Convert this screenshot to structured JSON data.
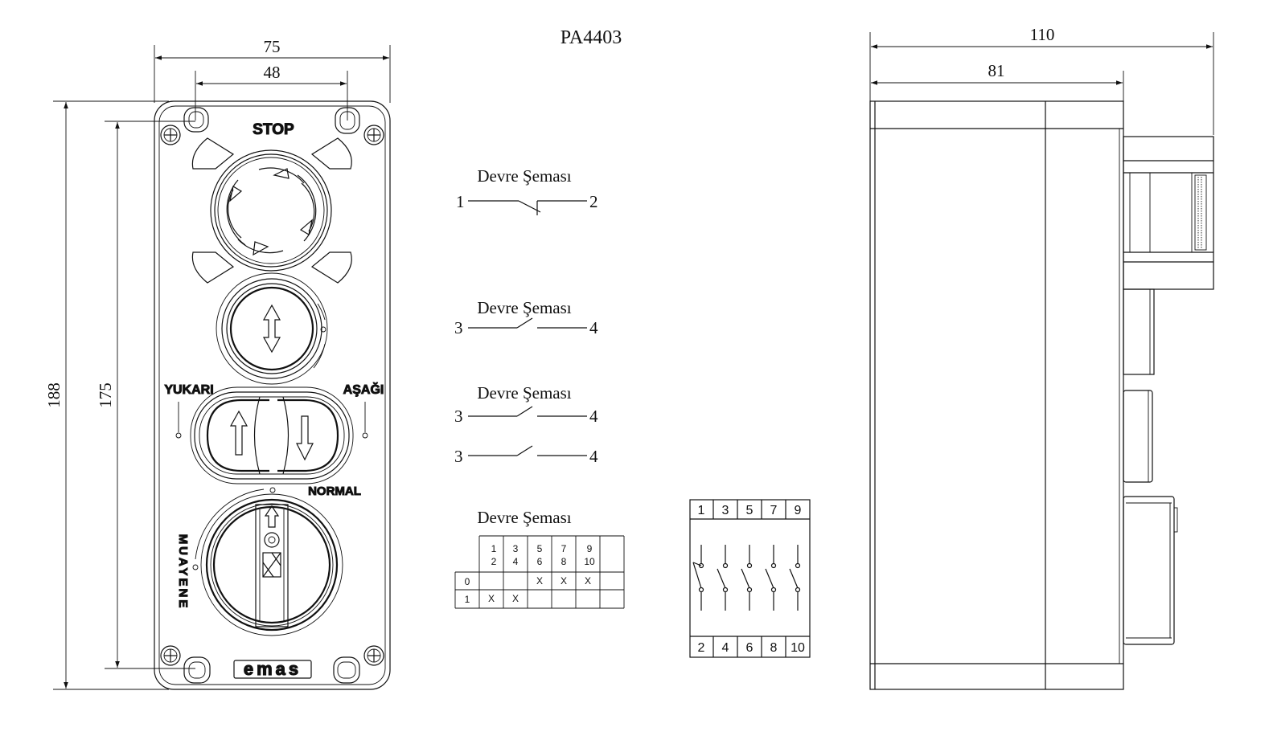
{
  "title": "PA4403",
  "front_view": {
    "dims": {
      "width_outer": "75",
      "width_holes": "48",
      "height_outer": "188",
      "height_holes": "175"
    },
    "labels": {
      "stop": "STOP",
      "up": "YUKARI",
      "down": "AŞAĞI",
      "normal": "NORMAL",
      "inspection": "MUAYENE",
      "brand": "emas"
    },
    "icons": [
      "emergency-stop-icon",
      "up-down-arrow-icon",
      "up-arrow-icon",
      "down-arrow-icon",
      "rotary-selector-icon",
      "screw-icon"
    ]
  },
  "circuits": [
    {
      "title": "Devre Şeması",
      "contacts": [
        {
          "left": "1",
          "right": "2",
          "type": "NC"
        }
      ]
    },
    {
      "title": "Devre Şeması",
      "contacts": [
        {
          "left": "3",
          "right": "4",
          "type": "NO"
        }
      ]
    },
    {
      "title": "Devre Şeması",
      "contacts": [
        {
          "left": "3",
          "right": "4",
          "type": "NO"
        },
        {
          "left": "3",
          "right": "4",
          "type": "NO"
        }
      ]
    }
  ],
  "selector_table": {
    "title": "Devre Şeması",
    "header": [
      [
        "1",
        "2"
      ],
      [
        "3",
        "4"
      ],
      [
        "5",
        "6"
      ],
      [
        "7",
        "8"
      ],
      [
        "9",
        "10"
      ],
      [
        "",
        ""
      ]
    ],
    "rows": [
      {
        "pos": "0",
        "cells": [
          "",
          "",
          "X",
          "X",
          "X",
          ""
        ]
      },
      {
        "pos": "1",
        "cells": [
          "X",
          "X",
          "",
          "",
          "",
          ""
        ]
      }
    ]
  },
  "terminal_block": {
    "top": [
      "1",
      "3",
      "5",
      "7",
      "9"
    ],
    "bottom": [
      "2",
      "4",
      "6",
      "8",
      "10"
    ]
  },
  "side_view": {
    "dims": {
      "depth_total": "110",
      "depth_body": "81"
    }
  }
}
